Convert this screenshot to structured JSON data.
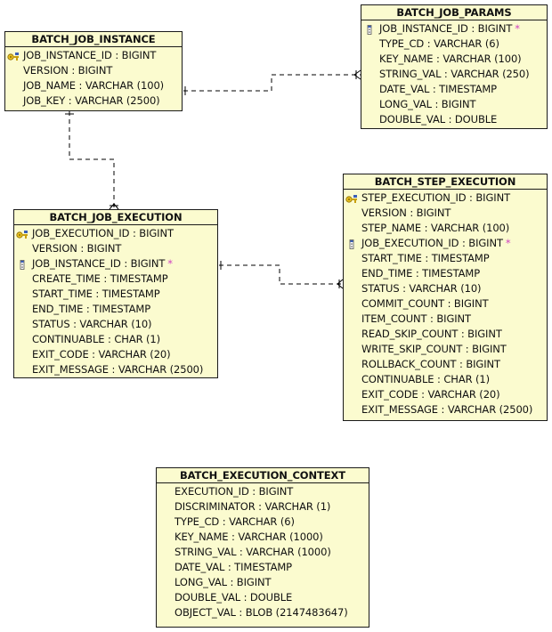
{
  "diagram": {
    "type": "entity-relationship",
    "entities": [
      {
        "id": "batch_job_instance",
        "name": "BATCH_JOB_INSTANCE",
        "columns": [
          {
            "text": "JOB_INSTANCE_ID : BIGINT",
            "key": "pk",
            "icon": "primary-key-icon"
          },
          {
            "text": "VERSION : BIGINT",
            "key": ""
          },
          {
            "text": "JOB_NAME : VARCHAR (100)",
            "key": ""
          },
          {
            "text": "JOB_KEY : VARCHAR (2500)",
            "key": ""
          }
        ]
      },
      {
        "id": "batch_job_params",
        "name": "BATCH_JOB_PARAMS",
        "columns": [
          {
            "text": "JOB_INSTANCE_ID : BIGINT",
            "key": "fk",
            "icon": "foreign-key-icon",
            "marker": "*"
          },
          {
            "text": "TYPE_CD : VARCHAR (6)",
            "key": ""
          },
          {
            "text": "KEY_NAME : VARCHAR (100)",
            "key": ""
          },
          {
            "text": "STRING_VAL : VARCHAR (250)",
            "key": ""
          },
          {
            "text": "DATE_VAL : TIMESTAMP",
            "key": ""
          },
          {
            "text": "LONG_VAL : BIGINT",
            "key": ""
          },
          {
            "text": "DOUBLE_VAL : DOUBLE",
            "key": ""
          }
        ]
      },
      {
        "id": "batch_job_execution",
        "name": "BATCH_JOB_EXECUTION",
        "columns": [
          {
            "text": "JOB_EXECUTION_ID : BIGINT",
            "key": "pk",
            "icon": "primary-key-icon"
          },
          {
            "text": "VERSION : BIGINT",
            "key": ""
          },
          {
            "text": "JOB_INSTANCE_ID : BIGINT",
            "key": "fk",
            "icon": "foreign-key-icon",
            "marker": "*"
          },
          {
            "text": "CREATE_TIME : TIMESTAMP",
            "key": ""
          },
          {
            "text": "START_TIME : TIMESTAMP",
            "key": ""
          },
          {
            "text": "END_TIME : TIMESTAMP",
            "key": ""
          },
          {
            "text": "STATUS : VARCHAR (10)",
            "key": ""
          },
          {
            "text": "CONTINUABLE : CHAR (1)",
            "key": ""
          },
          {
            "text": "EXIT_CODE : VARCHAR (20)",
            "key": ""
          },
          {
            "text": "EXIT_MESSAGE : VARCHAR (2500)",
            "key": ""
          }
        ]
      },
      {
        "id": "batch_step_execution",
        "name": "BATCH_STEP_EXECUTION",
        "columns": [
          {
            "text": "STEP_EXECUTION_ID : BIGINT",
            "key": "pk",
            "icon": "primary-key-icon"
          },
          {
            "text": "VERSION : BIGINT",
            "key": ""
          },
          {
            "text": "STEP_NAME : VARCHAR (100)",
            "key": ""
          },
          {
            "text": "JOB_EXECUTION_ID : BIGINT",
            "key": "fk",
            "icon": "foreign-key-icon",
            "marker": "*"
          },
          {
            "text": "START_TIME : TIMESTAMP",
            "key": ""
          },
          {
            "text": "END_TIME : TIMESTAMP",
            "key": ""
          },
          {
            "text": "STATUS : VARCHAR (10)",
            "key": ""
          },
          {
            "text": "COMMIT_COUNT : BIGINT",
            "key": ""
          },
          {
            "text": "ITEM_COUNT : BIGINT",
            "key": ""
          },
          {
            "text": "READ_SKIP_COUNT : BIGINT",
            "key": ""
          },
          {
            "text": "WRITE_SKIP_COUNT : BIGINT",
            "key": ""
          },
          {
            "text": "ROLLBACK_COUNT : BIGINT",
            "key": ""
          },
          {
            "text": "CONTINUABLE : CHAR (1)",
            "key": ""
          },
          {
            "text": "EXIT_CODE : VARCHAR (20)",
            "key": ""
          },
          {
            "text": "EXIT_MESSAGE : VARCHAR (2500)",
            "key": ""
          }
        ]
      },
      {
        "id": "batch_execution_context",
        "name": "BATCH_EXECUTION_CONTEXT",
        "columns": [
          {
            "text": "EXECUTION_ID : BIGINT",
            "key": ""
          },
          {
            "text": "DISCRIMINATOR : VARCHAR (1)",
            "key": ""
          },
          {
            "text": "TYPE_CD : VARCHAR (6)",
            "key": ""
          },
          {
            "text": "KEY_NAME : VARCHAR (1000)",
            "key": ""
          },
          {
            "text": "STRING_VAL : VARCHAR (1000)",
            "key": ""
          },
          {
            "text": "DATE_VAL : TIMESTAMP",
            "key": ""
          },
          {
            "text": "LONG_VAL : BIGINT",
            "key": ""
          },
          {
            "text": "DOUBLE_VAL : DOUBLE",
            "key": ""
          },
          {
            "text": "OBJECT_VAL : BLOB (2147483647)",
            "key": ""
          }
        ]
      }
    ],
    "relationships": [
      {
        "from": "batch_job_instance",
        "to": "batch_job_params",
        "cardinality": "one-to-many",
        "style": "dashed"
      },
      {
        "from": "batch_job_instance",
        "to": "batch_job_execution",
        "cardinality": "one-to-many",
        "style": "dashed"
      },
      {
        "from": "batch_job_execution",
        "to": "batch_step_execution",
        "cardinality": "one-to-many",
        "style": "dashed"
      }
    ],
    "colors": {
      "entity_fill": "#fbfbcf",
      "border": "#1a1a1a",
      "fk_marker": "#d040c0"
    }
  }
}
